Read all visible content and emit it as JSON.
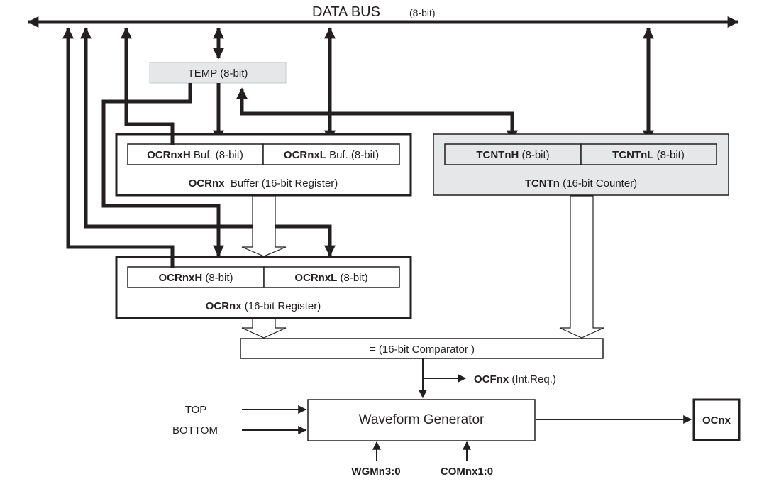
{
  "title": {
    "main": "DATA BUS",
    "sub": "(8-bit)"
  },
  "temp": {
    "label": "TEMP (8-bit)"
  },
  "ocr_buffer": {
    "high": {
      "bold": "OCRnxH",
      "rest": " Buf. (8-bit)"
    },
    "low": {
      "bold": "OCRnxL",
      "rest": " Buf. (8-bit)"
    },
    "caption": {
      "bold": "OCRnx",
      "rest": "  Buffer (16-bit Register)"
    }
  },
  "tcnt": {
    "high": {
      "bold": "TCNTnH",
      "rest": " (8-bit)"
    },
    "low": {
      "bold": "TCNTnL",
      "rest": " (8-bit)"
    },
    "caption": {
      "bold": "TCNTn",
      "rest": " (16-bit Counter)"
    }
  },
  "ocr": {
    "high": {
      "bold": "OCRnxH",
      "rest": " (8-bit)"
    },
    "low": {
      "bold": "OCRnxL",
      "rest": " (8-bit)"
    },
    "caption": {
      "bold": "OCRnx",
      "rest": " (16-bit Register)"
    }
  },
  "comparator": {
    "symbol": "=",
    "label": " (16-bit Comparator )"
  },
  "interrupt": {
    "bold": "OCFnx",
    "rest": " (Int.Req.)"
  },
  "waveform": {
    "label": "Waveform Generator",
    "inputs": [
      "TOP",
      "BOTTOM"
    ],
    "controls": [
      "WGMn3:0",
      "COMnx1:0"
    ]
  },
  "output": {
    "label": "OCnx"
  },
  "colors": {
    "line": "#231f20",
    "shaded_fill": "#e6e7e8"
  }
}
